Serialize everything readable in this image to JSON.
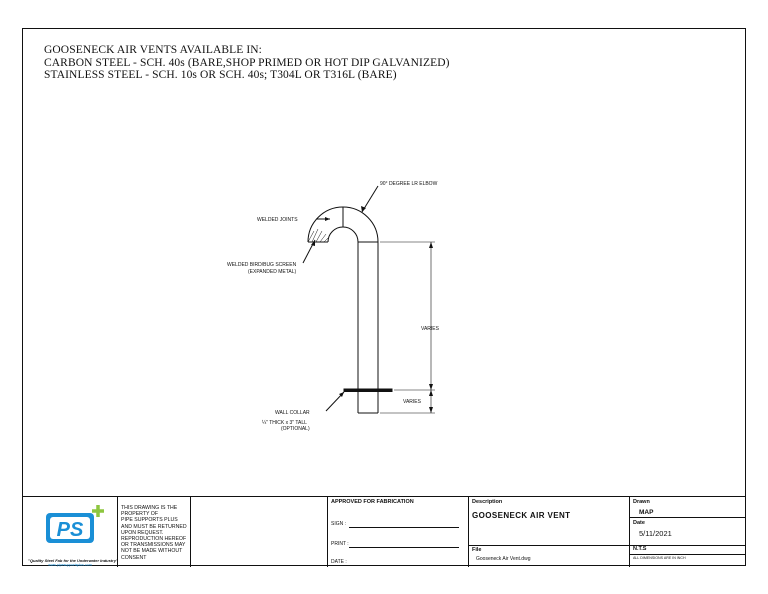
{
  "notes": {
    "line1": "GOOSENECK AIR VENTS AVAILABLE IN:",
    "line2": "CARBON STEEL - SCH. 40s (BARE,SHOP PRIMED OR HOT DIP GALVANIZED)",
    "line3": "STAINLESS STEEL - SCH. 10s OR SCH. 40s; T304L OR T316L (BARE)"
  },
  "drawing_labels": {
    "elbow": "90° DEGREE LR ELBOW",
    "welded_joints": "WELDED JOINTS",
    "screen_1": "WELDED BIRD/BUG SCREEN",
    "screen_2": "(EXPANDED METAL)",
    "varies_main": "VARIES",
    "varies_small": "VARIES",
    "collar_1": "WALL COLLAR",
    "collar_2": "¼\" THICK x 3\" TALL",
    "collar_3": "(OPTIONAL)"
  },
  "title_block": {
    "logo_text": "PS",
    "tagline": "\"Quality Steel Fab for the Underwater Industry\"",
    "website": "www.pipesupportsplus.com",
    "property_notice": [
      "THIS DRAWING IS THE",
      "PROPERTY OF",
      "PIPE SUPPORTS PLUS",
      "AND MUST BE RETURNED",
      "UPON REQUEST.",
      "REPRODUCTION HEREOF",
      "OR TRANSMISSIONS MAY",
      "NOT BE MADE WITHOUT",
      "CONSENT"
    ],
    "approved_label": "APPROVED FOR FABRICATION",
    "sign_label": "SIGN :",
    "print_label": "PRINT :",
    "date_label": "DATE :",
    "description_label": "Description",
    "description_value": "GOOSENECK AIR VENT",
    "file_label": "File",
    "file_value": "Gooseneck Air Vent.dwg",
    "drawn_label": "Drawn",
    "drawn_value": "MAP",
    "date_field_label": "Date",
    "date_value": "5/11/2021",
    "scale_value": "N.T.S",
    "dimensions_note": "ALL DIMENSIONS ARE IN INCH"
  },
  "colors": {
    "logo_blue": "#1a8fd6",
    "logo_green": "#8dc63f",
    "line": "#111111"
  }
}
